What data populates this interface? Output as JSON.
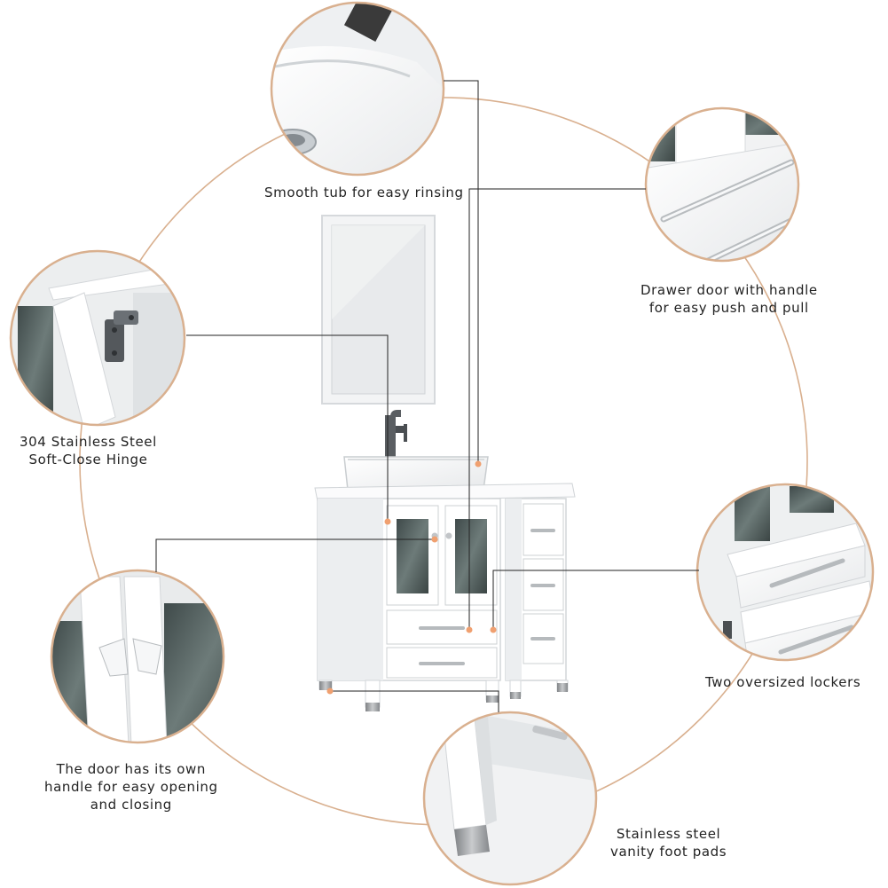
{
  "callouts": {
    "tub": {
      "lines": [
        "Smooth tub for easy rinsing"
      ]
    },
    "drawer": {
      "lines": [
        "Drawer door with handle",
        "for easy push and pull"
      ]
    },
    "hinge": {
      "lines": [
        "304 Stainless Steel",
        "Soft-Close Hinge"
      ]
    },
    "lockers": {
      "lines": [
        "Two oversized lockers"
      ]
    },
    "door": {
      "lines": [
        "The door has its own",
        "handle for easy opening",
        "and closing"
      ]
    },
    "foot": {
      "lines": [
        "Stainless steel",
        "vanity foot pads"
      ]
    }
  },
  "colors": {
    "ring": "#d9b08f",
    "dot": "#f0a070",
    "leader": "#222222",
    "cabinet": "#ffffff",
    "cabinet_shade": "#e9eaec",
    "glass": "#4f5b5a",
    "steel": "#a4a6a8"
  }
}
